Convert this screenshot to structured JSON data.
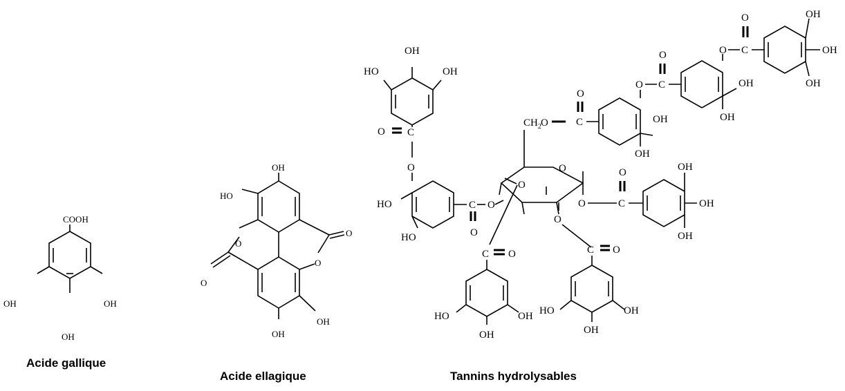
{
  "molecules": {
    "gallic": {
      "caption": "Acide gallique",
      "labels": {
        "cooh": "COOH",
        "oh": "OH"
      }
    },
    "ellagic": {
      "caption": "Acide ellagique",
      "labels": {
        "oh": "OH",
        "ho": "HO",
        "o": "O"
      }
    },
    "tannins": {
      "caption": "Tannins hydrolysables",
      "labels": {
        "oh": "OH",
        "ho": "HO",
        "o": "O",
        "c": "C",
        "ch2": "CH",
        "sub2": "2"
      }
    }
  }
}
